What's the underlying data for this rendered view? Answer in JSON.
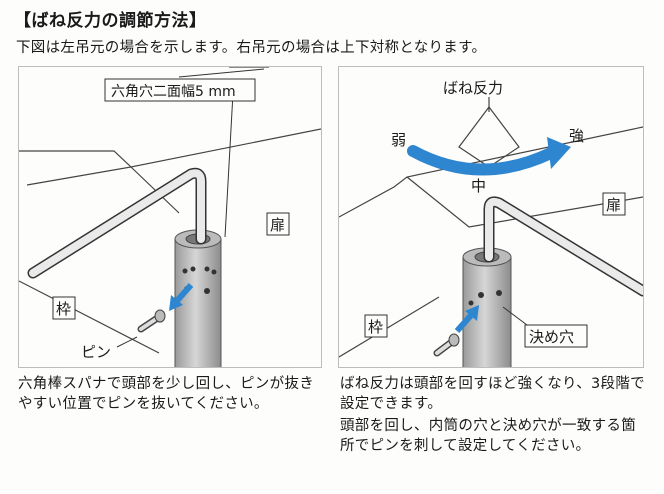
{
  "title": "【ばね反力の調節方法】",
  "subtitle": "下図は左吊元の場合を示します。右吊元の場合は上下対称となります。",
  "left_figure": {
    "hex_label": "六角穴二面幅5 mm",
    "door_label": "扉",
    "frame_label": "枠",
    "pin_label": "ピン"
  },
  "right_figure": {
    "force_label": "ばね反力",
    "weak_label": "弱",
    "strong_label": "強",
    "middle_label": "中",
    "door_label": "扉",
    "frame_label": "枠",
    "hole_label": "決め穴"
  },
  "captions": {
    "left": "六角棒スパナで頭部を少し回し、ピンが抜きやすい位置でピンを抜いてください。",
    "right_1": "ばね反力は頭部を回すほど強くなり、3段階で設定できます。",
    "right_2": "頭部を回し、内筒の穴と決め穴が一致する箇所でピンを刺して設定してください。"
  },
  "colors": {
    "arrow_blue": "#2f86d0",
    "cylinder": "#c6c6c6"
  }
}
